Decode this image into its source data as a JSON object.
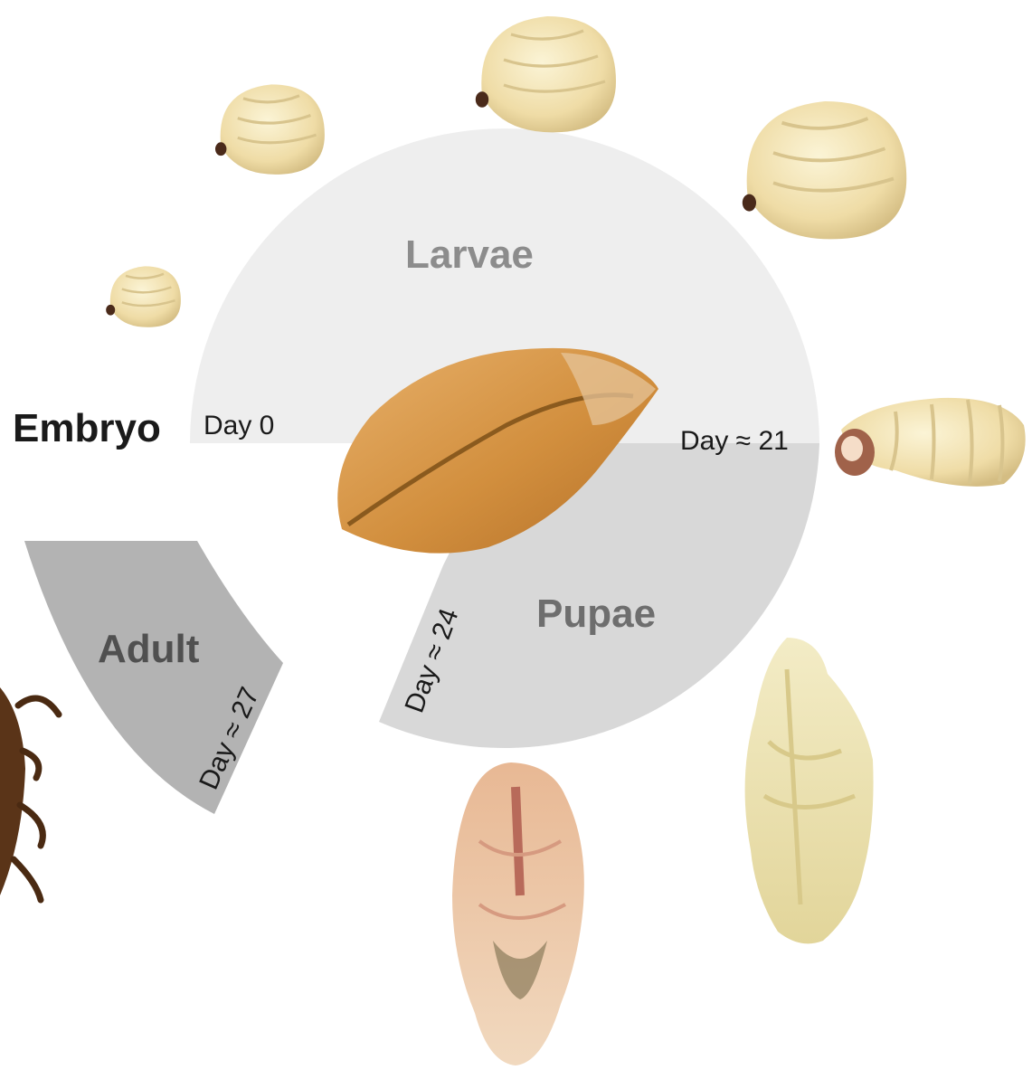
{
  "diagram": {
    "stages": [
      {
        "name": "Embryo",
        "color": "#1a1a1a",
        "day_label": "Day 0",
        "day": 0
      },
      {
        "name": "Larvae",
        "color": "#8c8c8c",
        "day_label": "Day ≈ 21",
        "day": 21
      },
      {
        "name": "Pupae",
        "color": "#6e6e6e",
        "day_label": "Day ≈ 24",
        "day": 24
      },
      {
        "name": "Adult",
        "color": "#505050",
        "day_label": "Day ≈ 27",
        "day": 27
      }
    ],
    "colors": {
      "larvae_sector": "#eeeeee",
      "pupae_sector": "#d8d8d8",
      "adult_sector": "#b3b3b3",
      "larva_body": "#f1e2b0",
      "larva_shade": "#d9c58e",
      "larva_head": "#4a2a1a",
      "grain": "#d79a45",
      "grain_dark": "#b97830",
      "pupa_pale": "#efe6b8",
      "pupa_brown": "#e8c2a0",
      "adult_body": "#5a3418"
    },
    "illustrations": [
      "wheat-grain",
      "larva",
      "pupa",
      "adult-weevil"
    ]
  }
}
